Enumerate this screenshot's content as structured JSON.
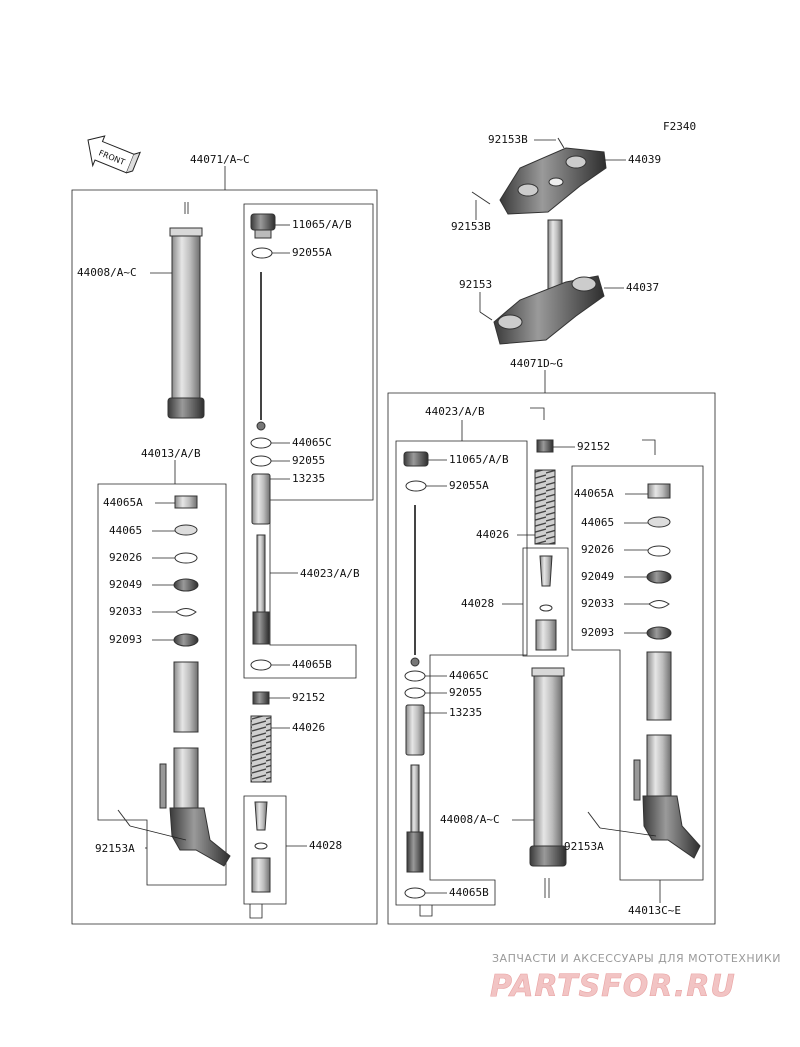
{
  "diagram_code": "F2340",
  "front_label": "FRONT",
  "labels": {
    "l_44071": "44071/A~C",
    "l_44008_left": "44008/A~C",
    "l_11065_left": "11065/A/B",
    "l_92055A_left": "92055A",
    "l_44065C_left": "44065C",
    "l_92055_left": "92055",
    "l_13235_left": "13235",
    "l_44023_left": "44023/A/B",
    "l_44065B_left": "44065B",
    "l_92152_left": "92152",
    "l_44026_left": "44026",
    "l_44028_left": "44028",
    "l_44013": "44013/A/B",
    "l_44065A_left": "44065A",
    "l_44065_left": "44065",
    "l_92026_left": "92026",
    "l_92049_left": "92049",
    "l_92033_left": "92033",
    "l_92093_left": "92093",
    "l_92153A_left": "92153A",
    "l_92153B_top": "92153B",
    "l_44039": "44039",
    "l_92153B_mid": "92153B",
    "l_92153": "92153",
    "l_44037": "44037",
    "l_44071D": "44071D~G",
    "l_44023_right": "44023/A/B",
    "l_11065_right": "11065/A/B",
    "l_92055A_right": "92055A",
    "l_92152_right": "92152",
    "l_44026_right": "44026",
    "l_44028_right": "44028",
    "l_44065C_right": "44065C",
    "l_92055_right": "92055",
    "l_13235_right": "13235",
    "l_44008_right": "44008/A~C",
    "l_44065B_right": "44065B",
    "l_44065A_right": "44065A",
    "l_44065_right": "44065",
    "l_92026_right": "92026",
    "l_92049_right": "92049",
    "l_92033_right": "92033",
    "l_92093_right": "92093",
    "l_92153A_right": "92153A",
    "l_44013C": "44013C~E"
  },
  "watermark": {
    "tagline": "ЗАПЧАСТИ И АКСЕССУАРЫ ДЛЯ МОТОТЕХНИКИ",
    "logo": "PARTSFOR.RU"
  }
}
